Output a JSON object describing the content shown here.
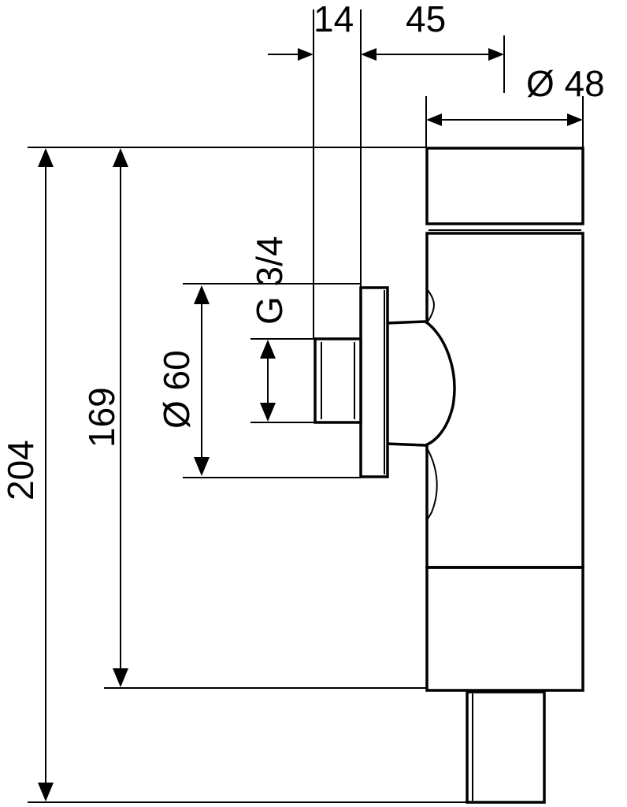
{
  "dimensions": {
    "flange_thickness": "14",
    "offset": "45",
    "body_diameter": "Ø 48",
    "thread": "G 3/4",
    "flange_diameter": "Ø 60",
    "inner_height": "169",
    "total_height": "204"
  },
  "colors": {
    "line": "#000000",
    "background": "#ffffff"
  }
}
